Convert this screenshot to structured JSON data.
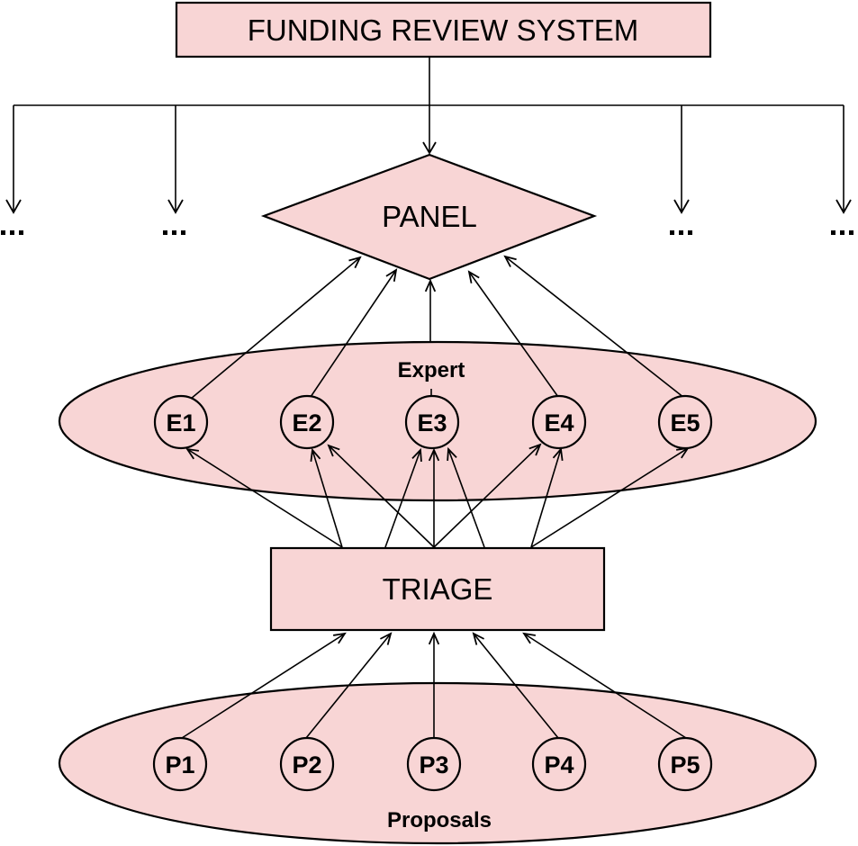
{
  "diagram": {
    "title": "FUNDING REVIEW SYSTEM",
    "panel_label": "PANEL",
    "triage_label": "TRIAGE",
    "expert_group_label": "Expert",
    "proposals_group_label": "Proposals",
    "continuation_marker": "...",
    "experts": [
      "E1",
      "E2",
      "E3",
      "E4",
      "E5"
    ],
    "proposals": [
      "P1",
      "P2",
      "P3",
      "P4",
      "P5"
    ],
    "colors": {
      "fill": "#f8d5d5",
      "stroke": "#000000"
    },
    "edges": [
      {
        "from": "FUNDING REVIEW SYSTEM",
        "to": "PANEL"
      },
      {
        "from": "FUNDING REVIEW SYSTEM",
        "to": "... (1)"
      },
      {
        "from": "FUNDING REVIEW SYSTEM",
        "to": "... (2)"
      },
      {
        "from": "FUNDING REVIEW SYSTEM",
        "to": "... (3)"
      },
      {
        "from": "FUNDING REVIEW SYSTEM",
        "to": "... (4)"
      },
      {
        "from": "E1",
        "to": "PANEL"
      },
      {
        "from": "E2",
        "to": "PANEL"
      },
      {
        "from": "E3",
        "to": "PANEL"
      },
      {
        "from": "E4",
        "to": "PANEL"
      },
      {
        "from": "E5",
        "to": "PANEL"
      },
      {
        "from": "TRIAGE",
        "to": "E1"
      },
      {
        "from": "TRIAGE",
        "to": "E2"
      },
      {
        "from": "TRIAGE",
        "to": "E2"
      },
      {
        "from": "TRIAGE",
        "to": "E3"
      },
      {
        "from": "TRIAGE",
        "to": "E3"
      },
      {
        "from": "TRIAGE",
        "to": "E3"
      },
      {
        "from": "TRIAGE",
        "to": "E4"
      },
      {
        "from": "TRIAGE",
        "to": "E4"
      },
      {
        "from": "TRIAGE",
        "to": "E5"
      },
      {
        "from": "P1",
        "to": "TRIAGE"
      },
      {
        "from": "P2",
        "to": "TRIAGE"
      },
      {
        "from": "P3",
        "to": "TRIAGE"
      },
      {
        "from": "P4",
        "to": "TRIAGE"
      },
      {
        "from": "P5",
        "to": "TRIAGE"
      }
    ]
  }
}
